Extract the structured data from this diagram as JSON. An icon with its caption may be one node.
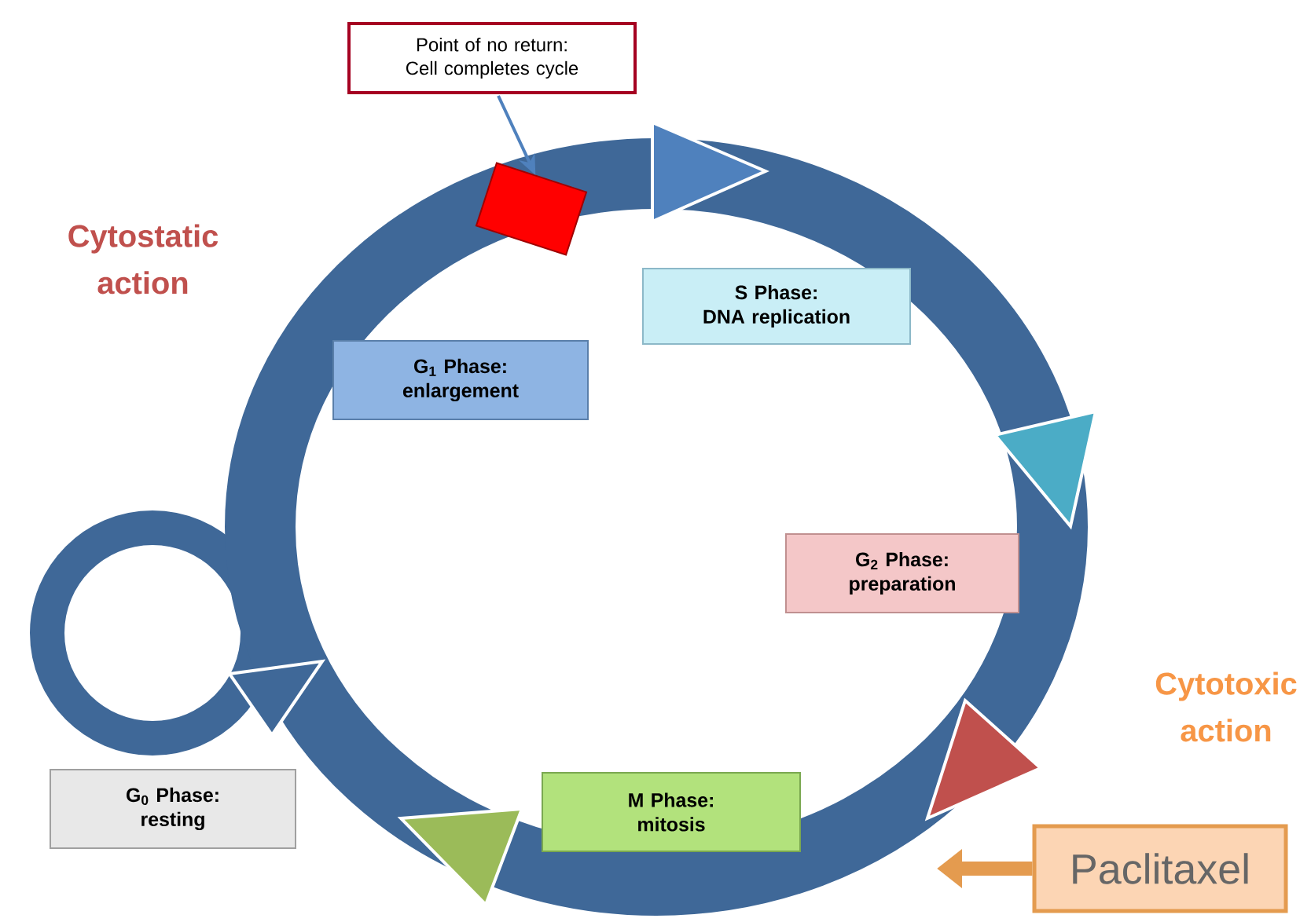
{
  "diagram": {
    "nodes": [
      {
        "text": [
          "Point of no return:",
          "Cell completes cycle"
        ]
      },
      {
        "text": [],
        "shape": "box"
      },
      {
        "text": [
          "S Phase:",
          "DNA replication"
        ]
      },
      {
        "text": [
          "G$_{1}$ Phase:",
          "enlargement"
        ]
      },
      {
        "text": [
          "G$_{2}$ Phase:",
          "preparation"
        ]
      },
      {
        "text": [
          "G$_{0}$ Phase:",
          "resting"
        ]
      },
      {
        "text": [
          "M Phase:",
          "mitosis"
        ]
      },
      {
        "text": [
          "Paclitaxel"
        ]
      }
    ],
    "edges": [
      {
        "from": 0,
        "to": 1,
        "arrow": "to",
        "color": "#4f81bd"
      },
      {
        "from": 7,
        "to": null,
        "arrow": "to",
        "style": "thick",
        "color": "#e49b4f"
      }
    ],
    "labels": [
      "Cytostatic action",
      "Cytotoxic action"
    ]
  }
}
